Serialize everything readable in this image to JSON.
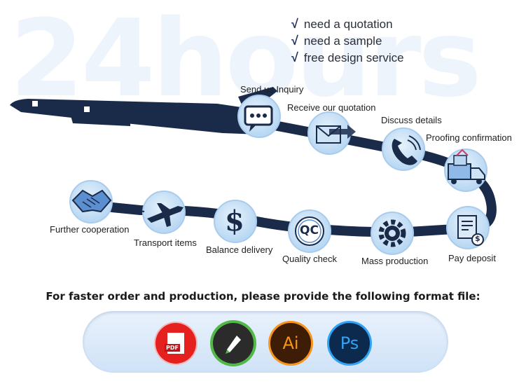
{
  "watermark": "24hours",
  "checklist": [
    {
      "mark": "√",
      "text": "need a quotation"
    },
    {
      "mark": "√",
      "text": "need a sample"
    },
    {
      "mark": "√",
      "text": "free design service"
    }
  ],
  "steps": [
    {
      "label": "Send us Inquiry",
      "icon": "chat-bubble-icon"
    },
    {
      "label": "Receive our quotation",
      "icon": "envelope-icon"
    },
    {
      "label": "Discuss details",
      "icon": "phone-icon"
    },
    {
      "label": "Proofing confirmation",
      "icon": "delivery-truck-icon"
    },
    {
      "label": "Pay deposit",
      "icon": "invoice-dollar-icon"
    },
    {
      "label": "Mass production",
      "icon": "gear-icon"
    },
    {
      "label": "Quality check",
      "icon": "qc-badge-icon"
    },
    {
      "label": "Balance delivery",
      "icon": "dollar-sign-icon"
    },
    {
      "label": "Transport items",
      "icon": "airplane-icon"
    },
    {
      "label": "Further cooperation",
      "icon": "handshake-icon"
    }
  ],
  "qc_text": "QC",
  "dollar_text": "$",
  "banner": "For faster order and production,  please provide the following format file:",
  "formats": [
    {
      "name": "pdf-format-icon",
      "label": "PDF",
      "color": "#e4211f"
    },
    {
      "name": "coreldraw-format-icon",
      "label": "",
      "color": "#52b847"
    },
    {
      "name": "illustrator-format-icon",
      "label": "Ai",
      "color": "#f7941e"
    },
    {
      "name": "photoshop-format-icon",
      "label": "Ps",
      "color": "#2fa3f7"
    }
  ],
  "colors": {
    "navy": "#1a2b4a",
    "bubble": "#bcd9f4",
    "bubble_edge": "#9cc3e9",
    "watermark": "#eef4fb"
  }
}
